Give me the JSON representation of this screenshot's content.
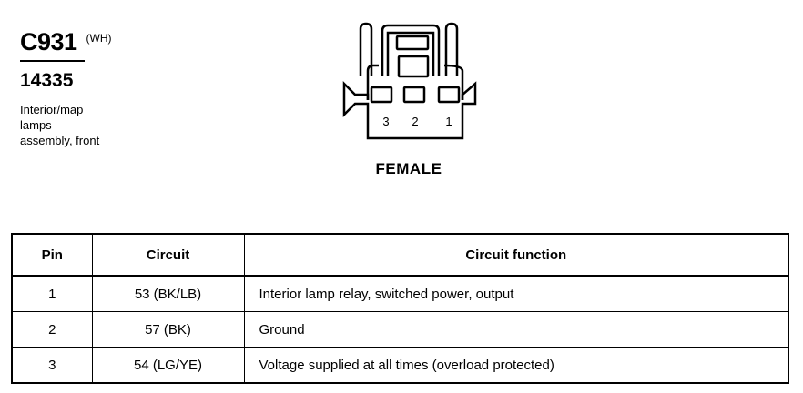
{
  "connector": {
    "code": "C931",
    "color": "(WH)",
    "part_number": "14335",
    "description": [
      "Interior/map",
      "lamps",
      "assembly, front"
    ],
    "gender": "FEMALE",
    "pin_labels": [
      "3",
      "2",
      "1"
    ]
  },
  "table": {
    "headers": [
      "Pin",
      "Circuit",
      "Circuit function"
    ],
    "rows": [
      {
        "pin": "1",
        "circuit": "53 (BK/LB)",
        "function": "Interior lamp relay, switched power, output"
      },
      {
        "pin": "2",
        "circuit": "57 (BK)",
        "function": "Ground"
      },
      {
        "pin": "3",
        "circuit": "54 (LG/YE)",
        "function": "Voltage supplied at all times (overload protected)"
      }
    ]
  }
}
